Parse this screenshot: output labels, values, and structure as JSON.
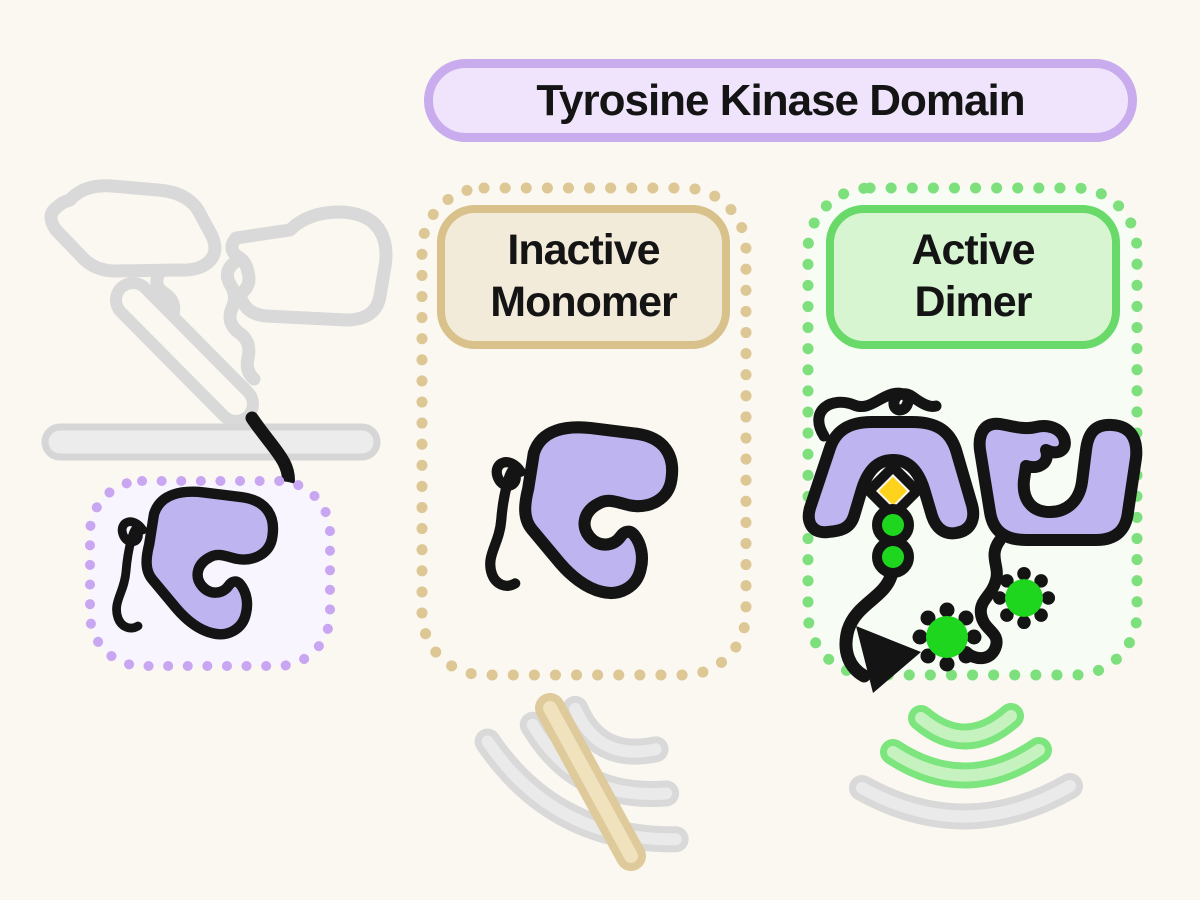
{
  "diagram": {
    "title": "Tyrosine Kinase Domain",
    "inactive_panel": {
      "line1": "Inactive",
      "line2": "Monomer"
    },
    "active_panel": {
      "line1": "Active",
      "line2": "Dimer"
    }
  },
  "icons": {
    "receptor_ectodomain": "receptor-ectodomain-icon",
    "membrane": "membrane-icon",
    "kinase_domain": "kinase-domain-icon",
    "atp": "atp-diamond-icon",
    "phosphate": "phosphate-dot-icon",
    "phosphotyrosine": "phosphotyrosine-burst-icon",
    "phosphorylation_arrow": "phosphorylation-arrow-icon",
    "no_signal": "no-signal-waves-icon",
    "signal": "signal-waves-icon"
  },
  "colors": {
    "background": "#fbf8f1",
    "outline_black": "#141414",
    "kinase_fill": "#bdb4f0",
    "title_fill": "#efe4fc",
    "title_border": "#c8acee",
    "left_box_dots": "#c9a6f2",
    "left_box_fill": "#f8f5fe",
    "inactive_badge_fill": "#f2ebd9",
    "inactive_badge_border": "#d9c18b",
    "inactive_dots": "#ddc795",
    "active_badge_fill": "#d8f5d2",
    "active_badge_border": "#69d969",
    "active_dots": "#7de07d",
    "phosphate_green": "#1ed61e",
    "atp_yellow": "#ffd21c",
    "receptor_gray": "#d9d9d9",
    "membrane_fill": "#ececec",
    "slash_tan": "#dfca9b"
  }
}
